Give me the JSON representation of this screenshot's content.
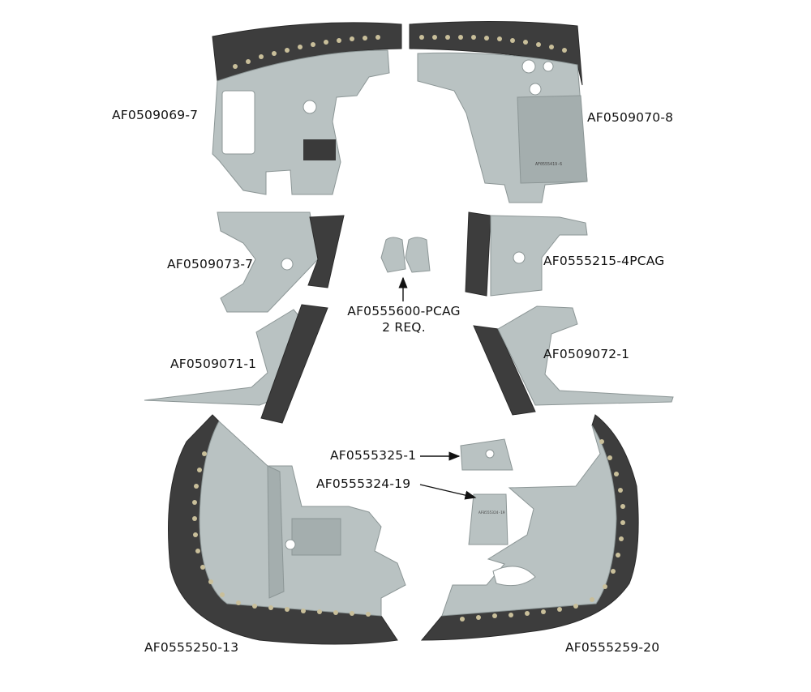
{
  "parts": [
    {
      "id": "p1",
      "label": "AF0509069-7"
    },
    {
      "id": "p2",
      "label": "AF0509070-8"
    },
    {
      "id": "p3",
      "label": "AF0509073-7"
    },
    {
      "id": "p4",
      "label": "AF0555215-4PCAG"
    },
    {
      "id": "p5",
      "label": "AF0555600-PCAG",
      "note": "2 REQ."
    },
    {
      "id": "p6",
      "label": "AF0509071-1"
    },
    {
      "id": "p7",
      "label": "AF0509072-1"
    },
    {
      "id": "p8",
      "label": "AF0555325-1"
    },
    {
      "id": "p9",
      "label": "AF0555324-19"
    },
    {
      "id": "p10",
      "label": "AF0555250-13"
    },
    {
      "id": "p11",
      "label": "AF0555259-20"
    }
  ],
  "colors": {
    "metal": "#b9c2c2",
    "metal_dark": "#a4aeae",
    "metal_edge": "#8c9696",
    "rubber": "#3d3d3d",
    "rubber_edge": "#2a2a2a",
    "rivet": "#c9bf9a",
    "label": "#111111"
  }
}
